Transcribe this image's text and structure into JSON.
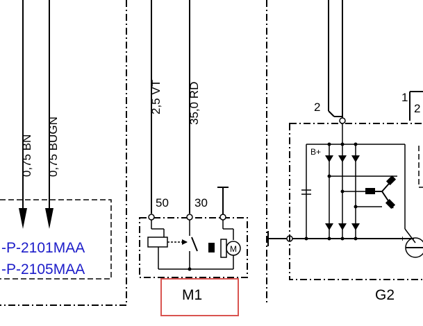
{
  "wires": {
    "bn": {
      "label": "0,75 BN"
    },
    "bugn": {
      "label": "0,75 BUGN"
    },
    "vt": {
      "label": "2,5 VT"
    },
    "rd": {
      "label": "35,0 RD"
    }
  },
  "links": {
    "link1": "-P-2101MAA",
    "link2": "-P-2105MAA"
  },
  "terminals": {
    "t50": "50",
    "t30": "30",
    "t2": "2",
    "t1": "1",
    "t2b": "2",
    "bplus": "B+",
    "plus": "+"
  },
  "components": {
    "m1": {
      "label": "M1",
      "motor_symbol": "M",
      "highlighted": true,
      "highlight_color": "#d9534f"
    },
    "g2": {
      "label": "G2"
    }
  },
  "colors": {
    "link": "#1c1cc9",
    "line": "#000000",
    "highlight": "#d9534f"
  }
}
